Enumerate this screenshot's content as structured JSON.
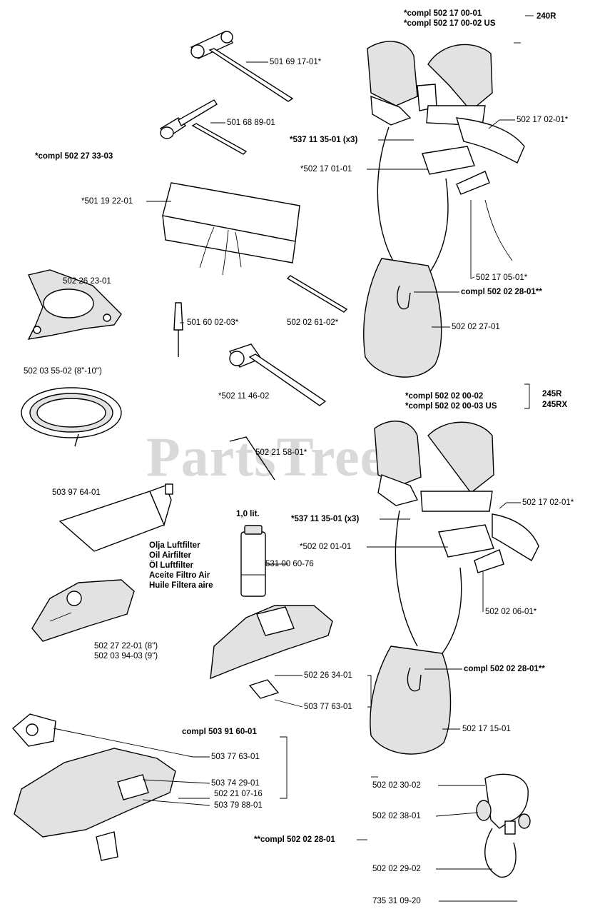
{
  "watermark": "PartsTree",
  "labels": {
    "compl_240r_1": "*compl 502 17 00-01",
    "compl_240r_2": "*compl 502 17 00-02 US",
    "model_240r": "240R",
    "p_501691701": "501 69 17-01*",
    "p_501688901": "501 68 89-01",
    "p_537113501_a": "*537 11 35-01 (x3)",
    "p_502170201_a": "502 17 02-01*",
    "compl_502273303": "*compl 502 27 33-03",
    "p_502170101": "*502 17 01-01",
    "p_501192201": "*501 19 22-01",
    "p_502170501": "502 17 05-01*",
    "p_502262301": "502 26 23-01",
    "compl_502022801_a": "compl 502 02 28-01**",
    "p_501600203": "501 60 02-03*",
    "p_502026102": "502 02 61-02*",
    "p_502022701": "502 02 27-01",
    "p_502035502": "502 03 55-02 (8\"-10\")",
    "p_502114602": "*502 11 46-02",
    "compl_245_1": "*compl 502 02 00-02",
    "compl_245_2": "*compl 502 02 00-03 US",
    "model_245r": "245R",
    "model_245rx": "245RX",
    "p_502215801": "502 21 58-01*",
    "p_503976401": "503 97 64-01",
    "volume": "1,0 lit.",
    "p_502170201_b": "502 17 02-01*",
    "p_537113501_b": "*537 11 35-01 (x3)",
    "oil_1": "Olja Luftfilter",
    "oil_2": "Oil Airfilter",
    "oil_3": "Öl Luftfilter",
    "oil_4": "Aceite Filtro Air",
    "oil_5": "Huile Filtera aire",
    "p_502020101": "*502 02 01-01",
    "p_531006076": "531 00 60-76",
    "p_502020601": "502 02 06-01*",
    "p_502272201": "502 27 22-01 (8\")",
    "p_502039403": "502 03 94-03 (9\")",
    "compl_502022801_b": "compl 502 02 28-01**",
    "p_502263401": "502 26 34-01",
    "p_503776301_a": "503 77 63-01",
    "compl_503916001": "compl 503 91 60-01",
    "p_502171501": "502 17 15-01",
    "p_503776301_b": "503 77 63-01",
    "p_503742901": "503 74 29-01",
    "p_502210716": "502 21 07-16",
    "p_503798801": "503 79 88-01",
    "p_502023002": "502 02 30-02",
    "p_502023801": "502 02 38-01",
    "compl_502022801_c": "**compl 502 02 28-01",
    "p_502022902": "502 02 29-02",
    "p_735310920": "735 31 09-20"
  }
}
